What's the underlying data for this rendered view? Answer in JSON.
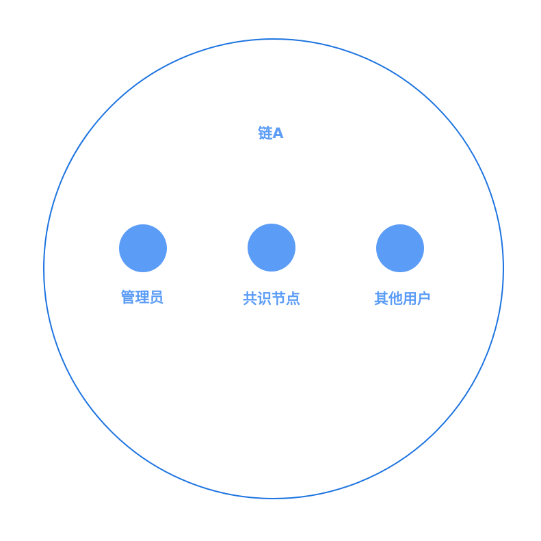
{
  "diagram": {
    "chain": {
      "label": "链A",
      "stroke_color": "#1d74e0"
    },
    "node_color": "#5b9cf6",
    "label_color": "#5b9cf6",
    "nodes": [
      {
        "label": "管理员"
      },
      {
        "label": "共识节点"
      },
      {
        "label": "其他用户"
      }
    ]
  }
}
